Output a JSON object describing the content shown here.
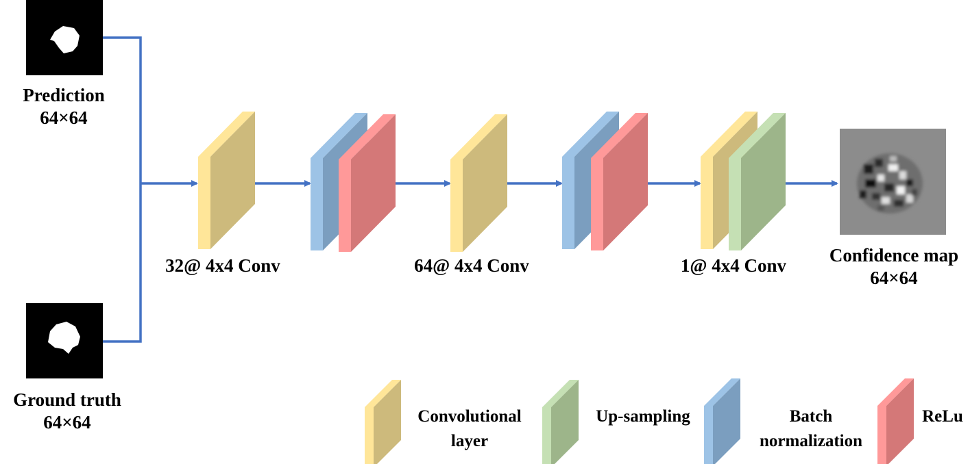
{
  "inputs": {
    "prediction": {
      "name": "Prediction",
      "size": "64×64"
    },
    "ground_truth": {
      "name": "Ground truth",
      "size": "64×64"
    }
  },
  "output": {
    "name": "Confidence map",
    "size": "64×64"
  },
  "stages": [
    {
      "label": "32@ 4x4 Conv"
    },
    {
      "label": "64@ 4x4 Conv"
    },
    {
      "label": "1@ 4x4 Conv"
    }
  ],
  "legend": {
    "conv": {
      "line1": "Convolutional",
      "line2": "layer"
    },
    "upsampling": {
      "line1": "Up-sampling"
    },
    "batchnorm": {
      "line1": "Batch",
      "line2": "normalization"
    },
    "relu": {
      "line1": "ReLu"
    }
  },
  "colors": {
    "conv_front": "#CDBA7C",
    "conv_side": "#FFE699",
    "bn_front": "#7B9EBF",
    "bn_side": "#9DC3E6",
    "relu_front": "#D47878",
    "relu_side": "#FF9999",
    "up_front": "#9DB58A",
    "up_side": "#C5E0B4",
    "arrow": "#4472C4"
  }
}
